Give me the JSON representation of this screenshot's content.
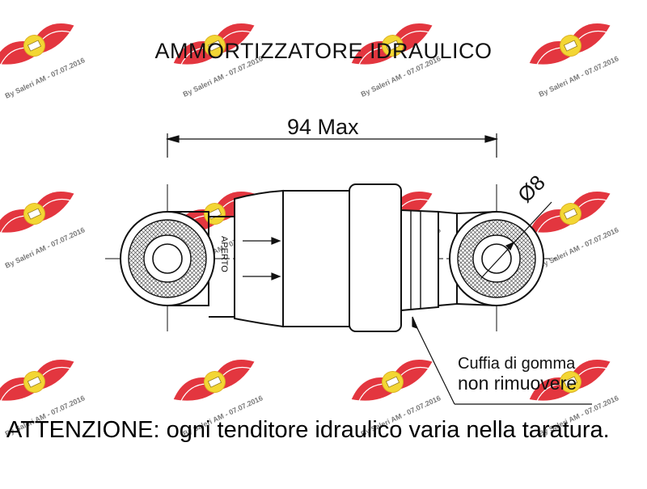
{
  "title": "AMMORTIZZATORE IDRAULICO",
  "dimension": {
    "length_label": "94 Max",
    "diameter_label": "Ø8"
  },
  "labels": {
    "aperto": "APERTO",
    "rubber_cover_line1": "Cuffia di gomma",
    "rubber_cover_line2": "non rimuovere"
  },
  "warning": "ATTENZIONE: ogni tenditore idraulico varia nella taratura.",
  "watermark": {
    "text": "By Saleri AM - 07.07.2016",
    "colors": {
      "wing": "#e0202a",
      "badge": "#f2d21e"
    }
  }
}
